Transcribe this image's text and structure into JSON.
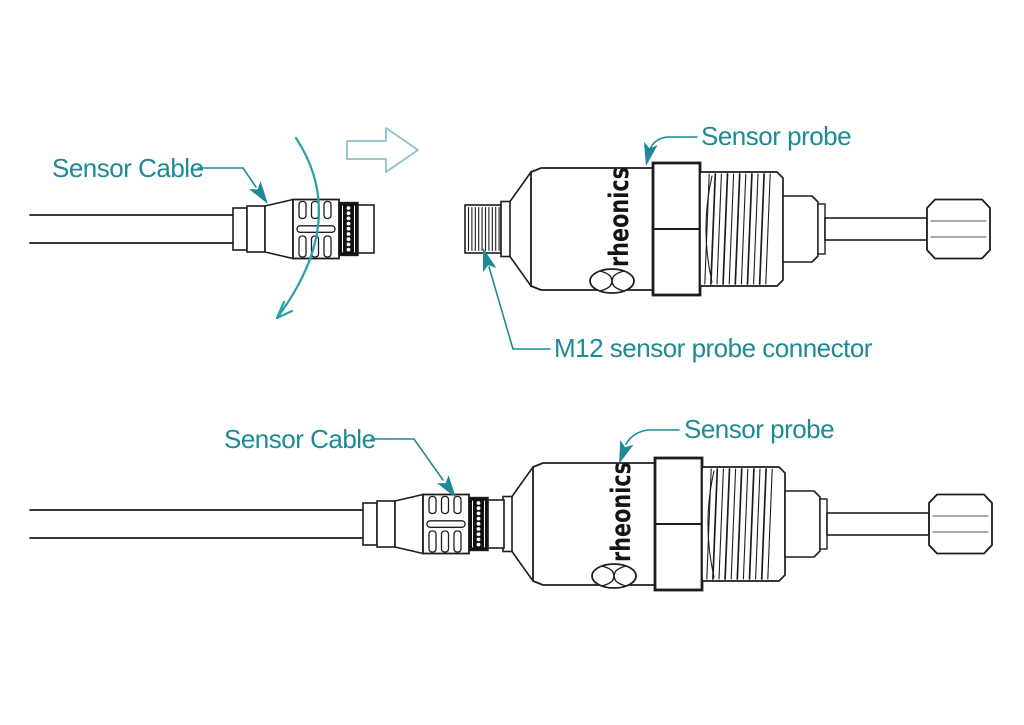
{
  "diagram": {
    "colors": {
      "label_teal": "#1e8a96",
      "leader_teal": "#1e8a96",
      "arc_teal": "#2aa0a6",
      "insert_arrow_teal": "#8cc3cb",
      "line_ink": "#1d1d1f"
    },
    "labels": {
      "sensor_cable_top": "Sensor Cable",
      "sensor_probe_top": "Sensor probe",
      "m12_connector": "M12 sensor probe connector",
      "sensor_cable_bottom": "Sensor Cable",
      "sensor_probe_bottom": "Sensor probe"
    },
    "brand": {
      "probe_body_text": "rheonics"
    },
    "icons": {
      "insert_direction_arrow": "right-arrow-outline",
      "rotation_arc": "curved-rotation-arrow",
      "leader_arrowheads": "filled-dart-arrowhead"
    }
  }
}
